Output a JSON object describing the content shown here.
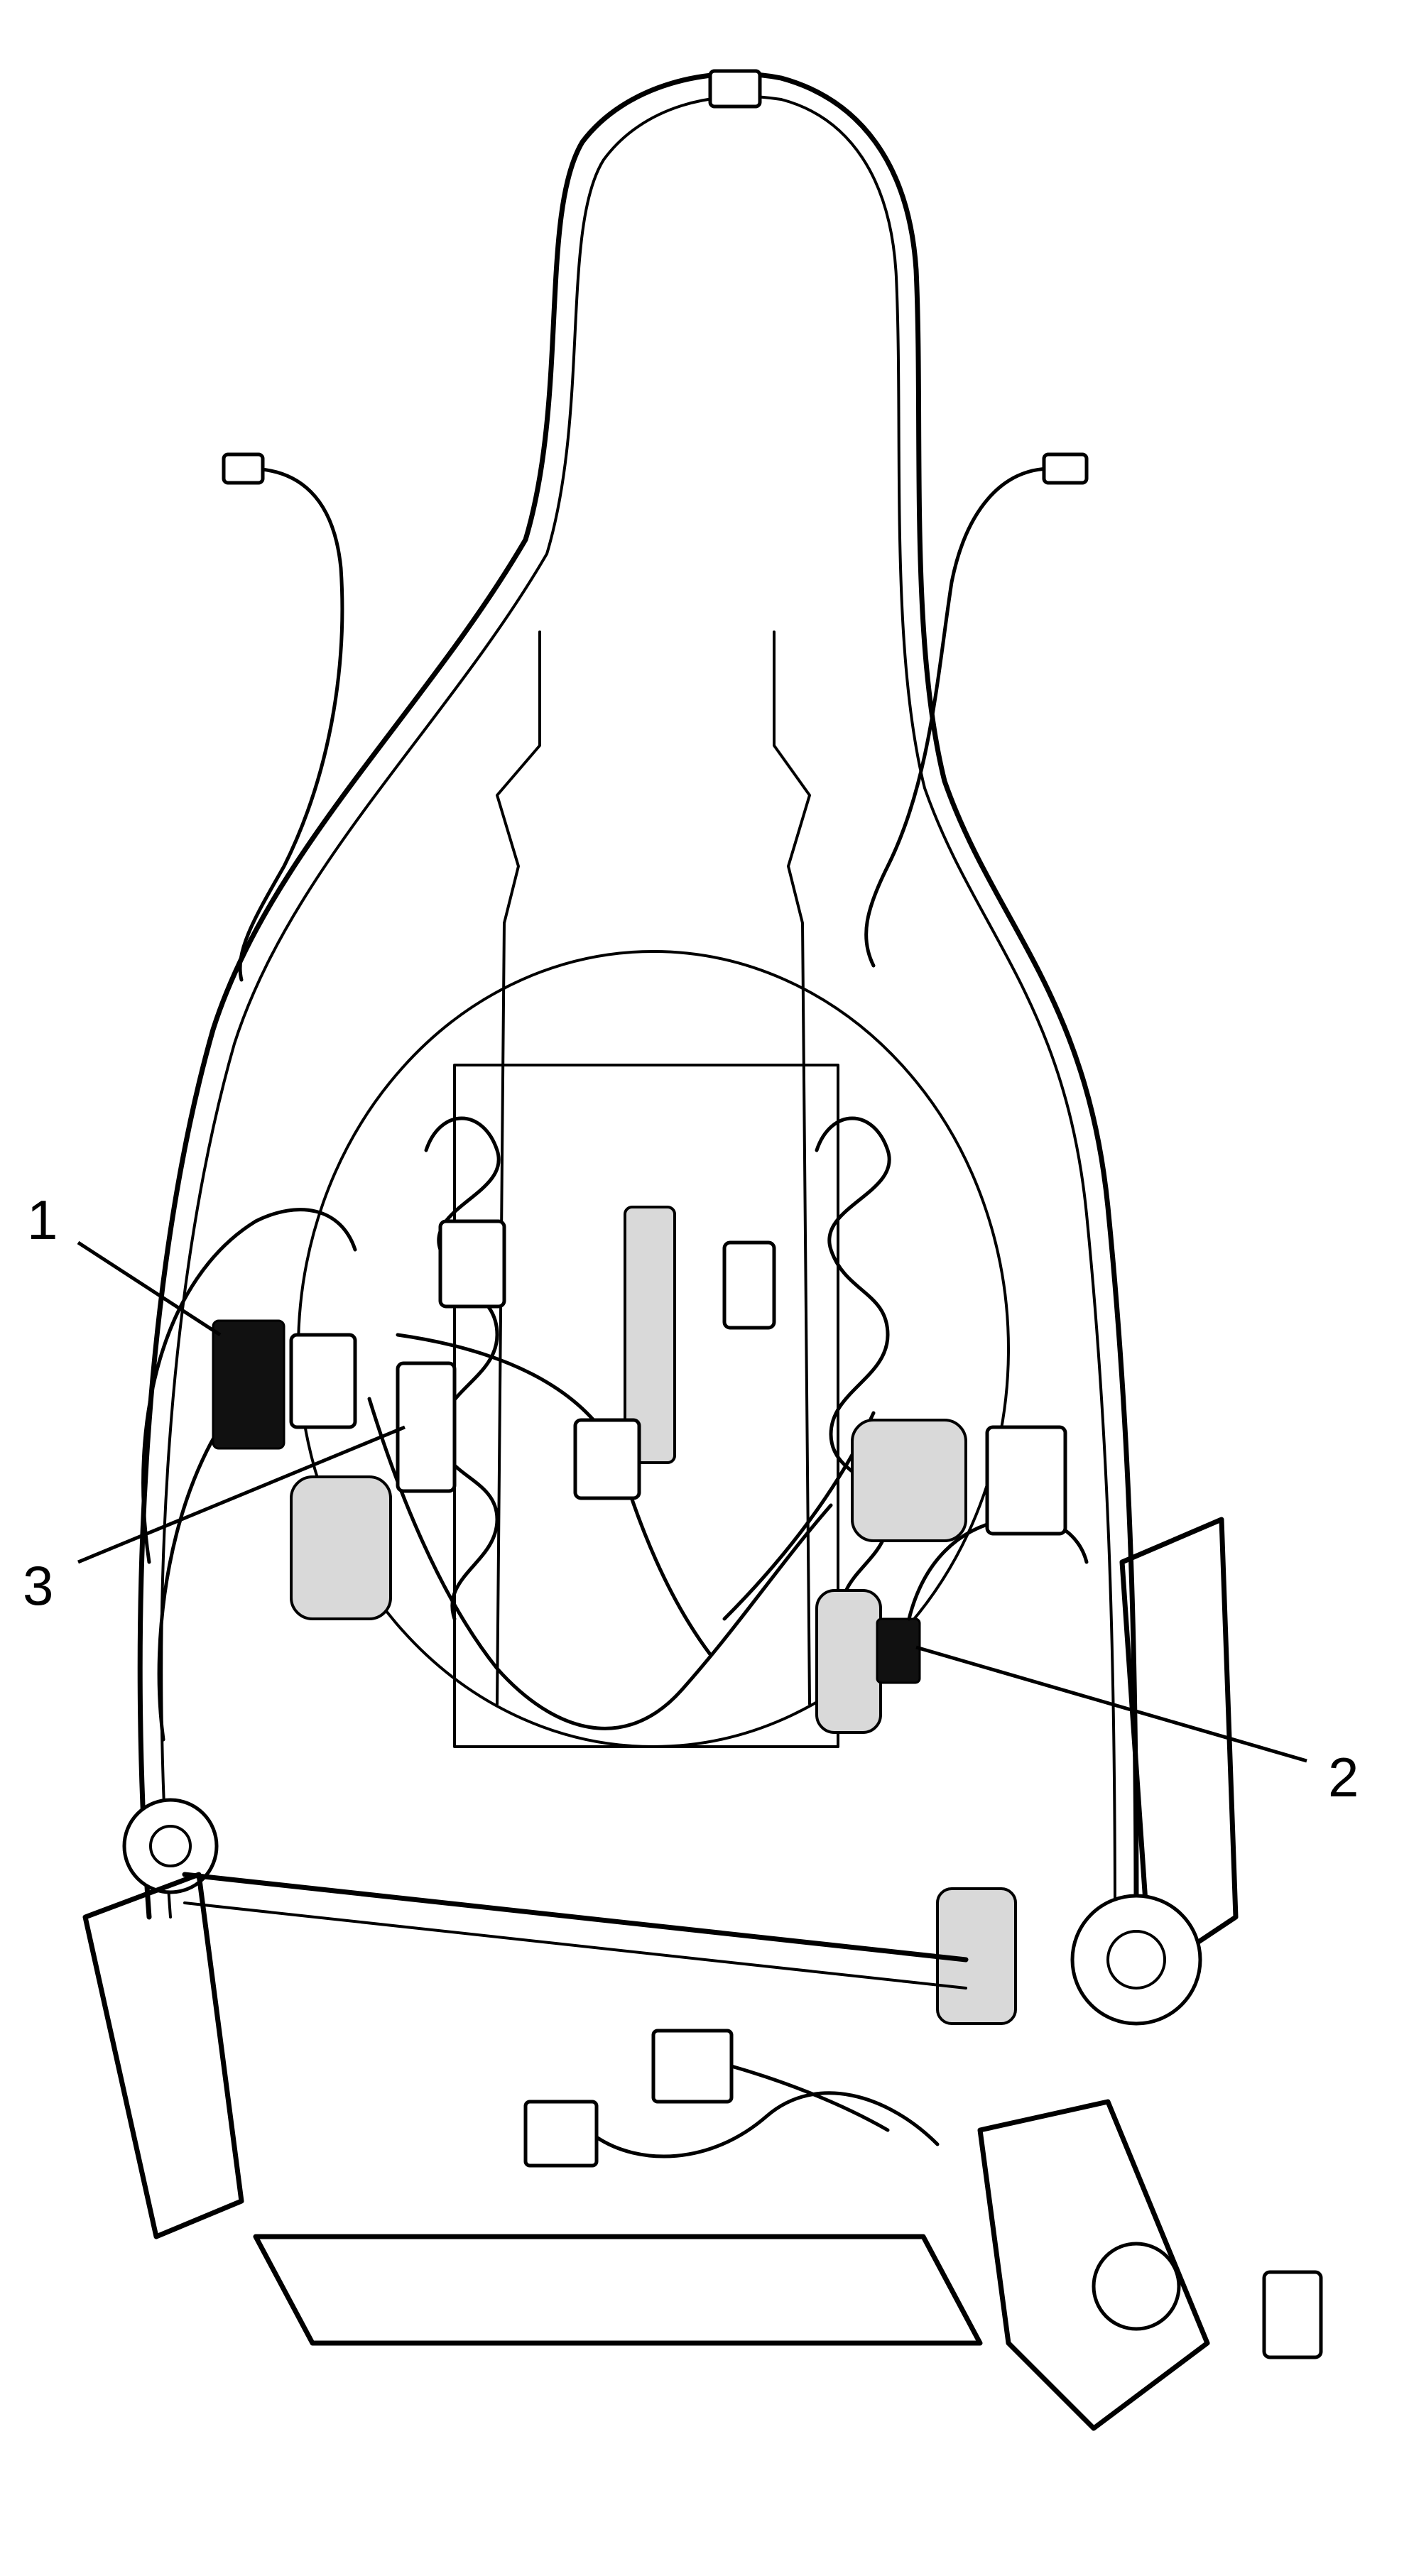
{
  "callouts": {
    "c1": {
      "label": "1"
    },
    "c2": {
      "label": "2"
    },
    "c3": {
      "label": "3"
    }
  }
}
